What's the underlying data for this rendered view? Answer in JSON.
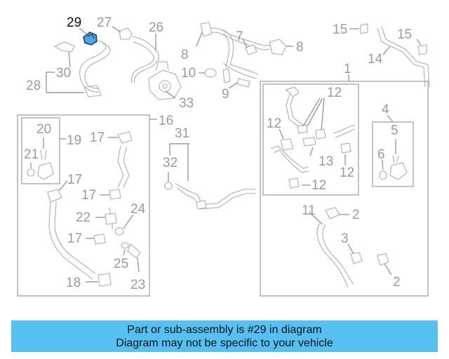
{
  "callouts": {
    "c29": "29",
    "c27": "27",
    "c26": "26",
    "c7": "7",
    "c8a": "8",
    "c8b": "8",
    "c15a": "15",
    "c15b": "15",
    "c14": "14",
    "c30": "30",
    "c28": "28",
    "c10": "10",
    "c9": "9",
    "c33": "33",
    "c1": "1",
    "c12a": "12",
    "c12b": "12",
    "c12c": "12",
    "c12d": "12",
    "c13": "13",
    "c4": "4",
    "c5": "5",
    "c6": "6",
    "c16": "16",
    "c20": "20",
    "c19": "19",
    "c21": "21",
    "c17a": "17",
    "c17b": "17",
    "c17c": "17",
    "c17d": "17",
    "c22": "22",
    "c24": "24",
    "c25": "25",
    "c23": "23",
    "c18": "18",
    "c31": "31",
    "c32": "32",
    "c11": "11",
    "c2a": "2",
    "c3": "3",
    "c2b": "2"
  },
  "highlight": {
    "part_number": "29",
    "color": "#4aa7e8"
  },
  "banner": {
    "line1": "Part or sub-assembly is #29 in diagram",
    "line2": "Diagram may not be specific to your vehicle",
    "background": "#55c1f3"
  }
}
